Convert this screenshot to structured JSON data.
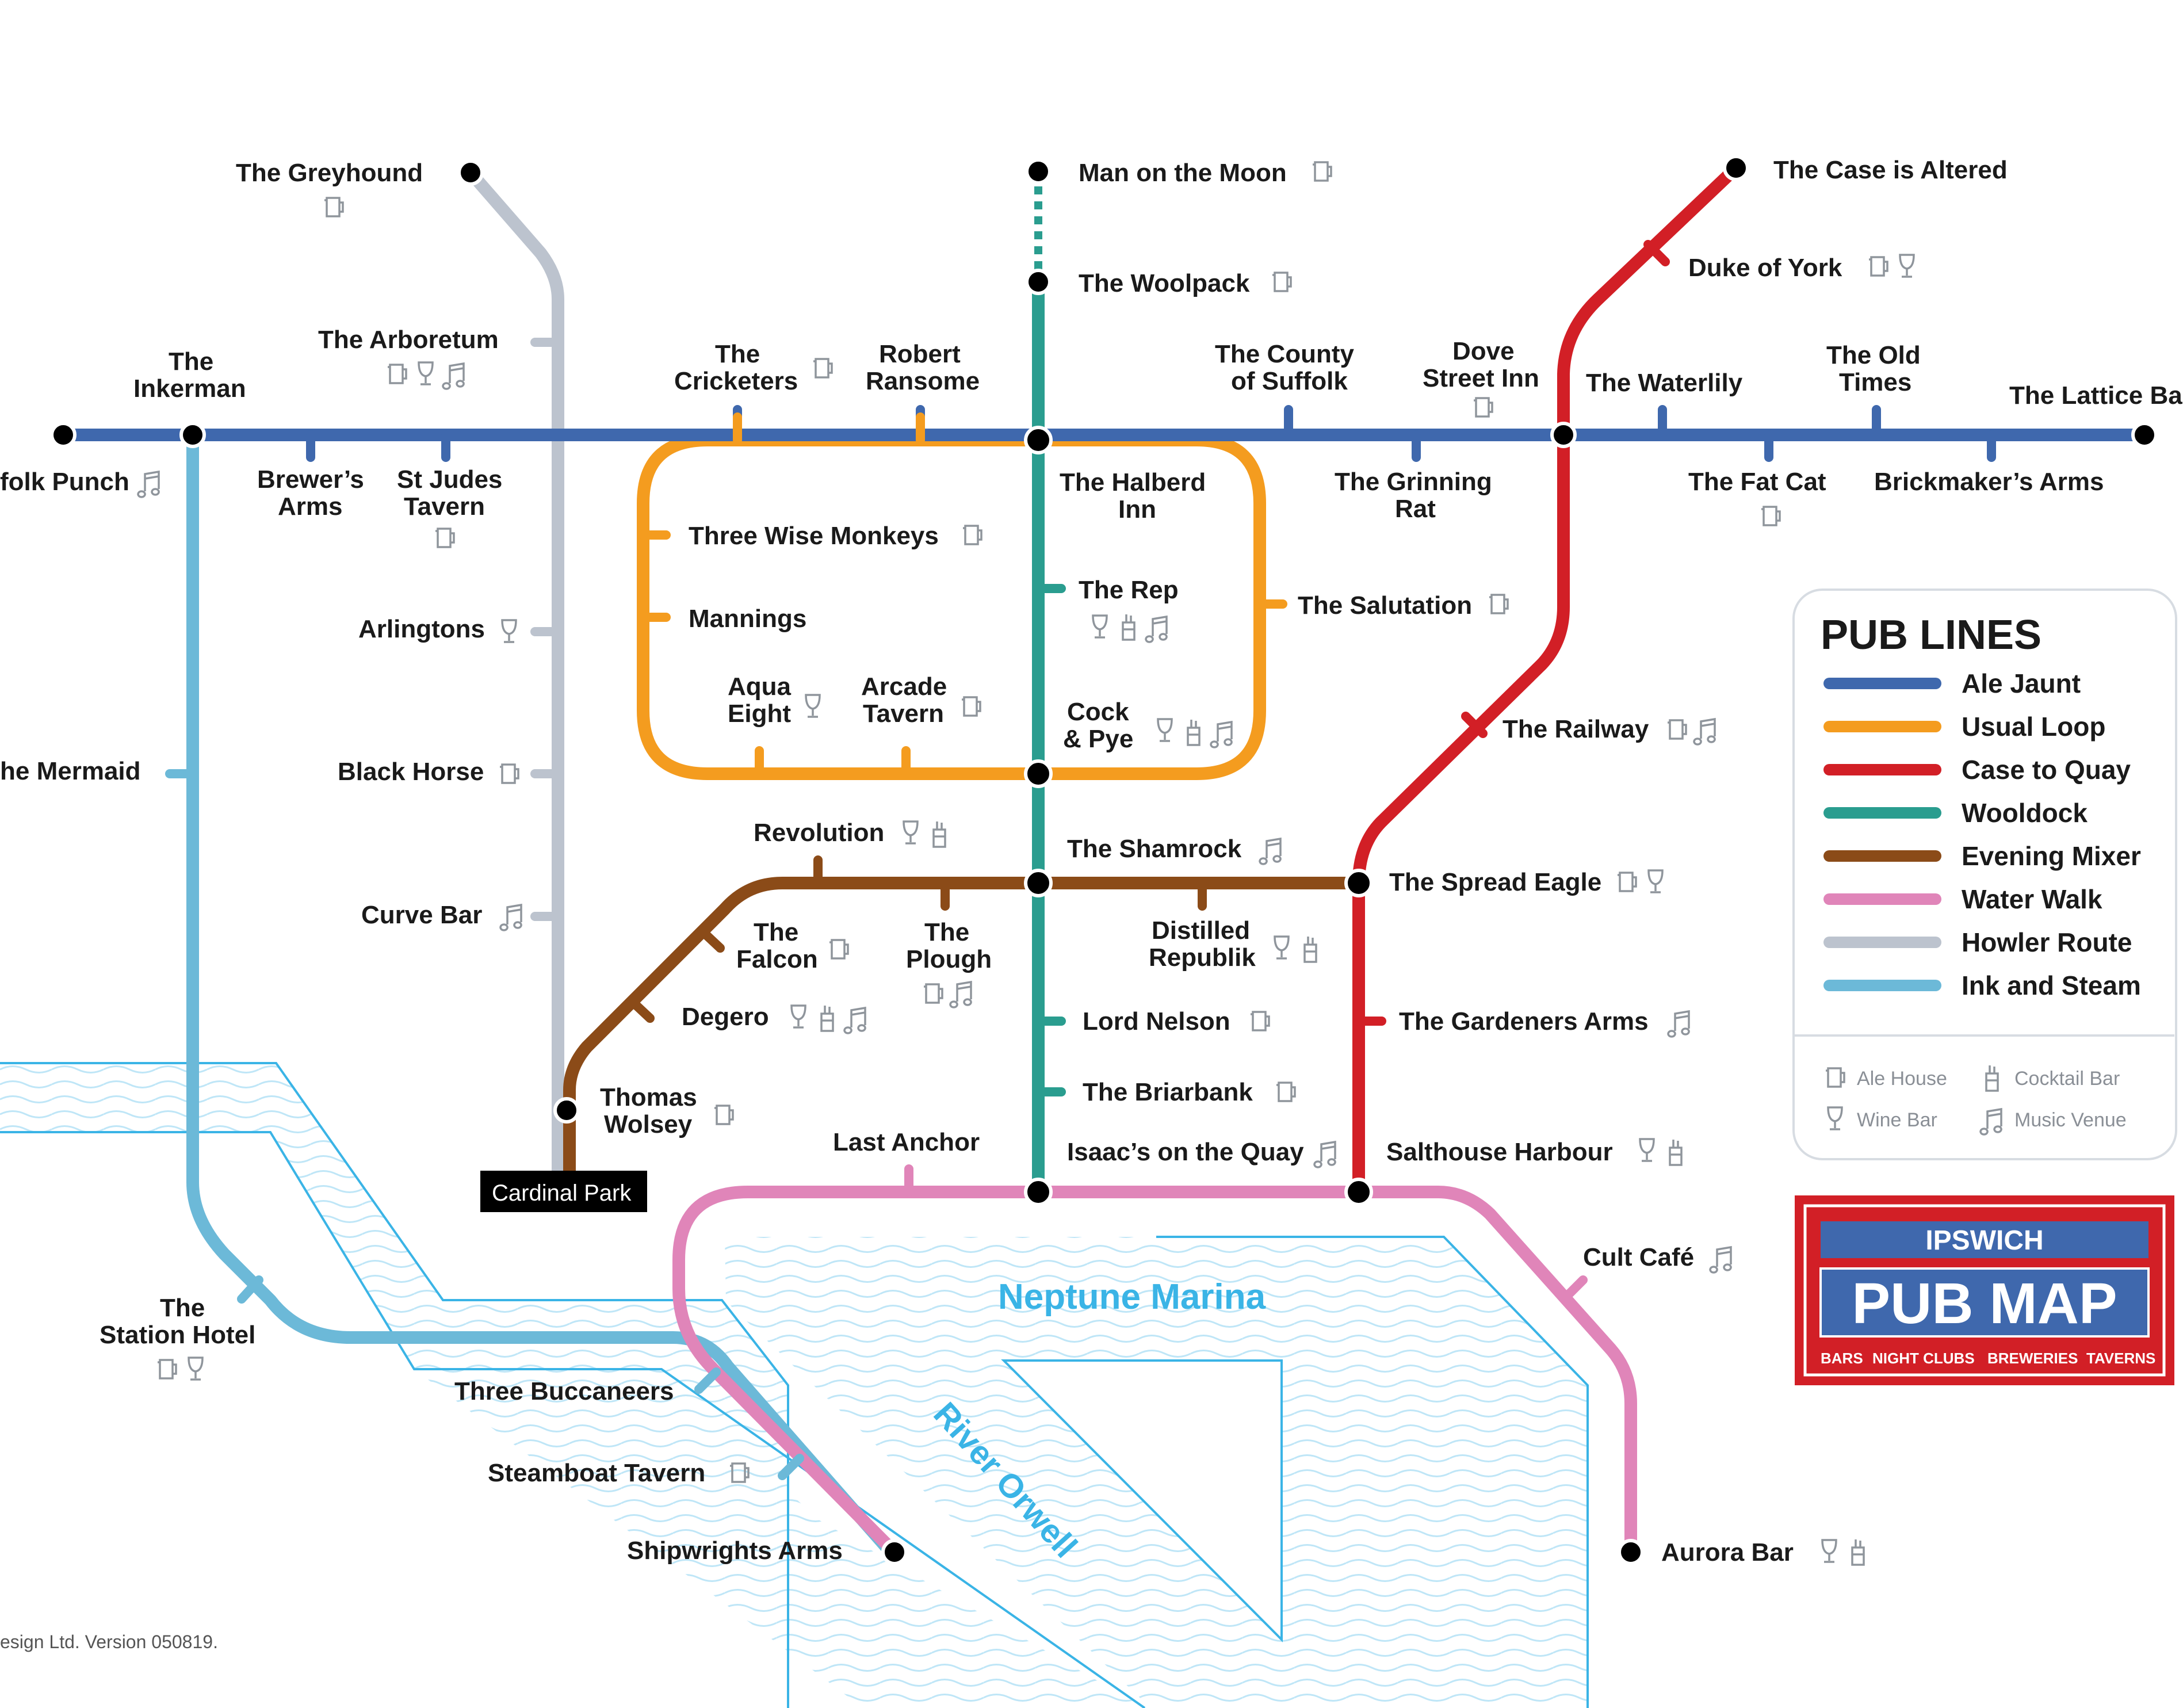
{
  "colors": {
    "ale_jaunt": "#3f68ad",
    "usual_loop": "#f49c1f",
    "case_to_quay": "#d21f26",
    "wooldock": "#2a9d8f",
    "evening_mixer": "#8b4b18",
    "water_walk": "#e085b9",
    "howler_route": "#bcc3ce",
    "ink_and_steam": "#6cb9d8",
    "water": "#3ab4e6",
    "badge_red": "#d21f26",
    "badge_blue": "#3f68ad"
  },
  "water": {
    "marina": "Neptune Marina",
    "river": "River Orwell"
  },
  "stations": {
    "greyhound": "The Greyhound",
    "arboretum": "The Arboretum",
    "inkerman_1": "The",
    "inkerman_2": "Inkerman",
    "folk_punch": "folk Punch",
    "brewers_1": "Brewer’s",
    "brewers_2": "Arms",
    "stjudes_1": "St Judes",
    "stjudes_2": "Tavern",
    "cricketers_1": "The",
    "cricketers_2": "Cricketers",
    "robert_1": "Robert",
    "robert_2": "Ransome",
    "man_on_moon": "Man on the Moon",
    "woolpack": "The Woolpack",
    "county_1": "The County",
    "county_2": "of Suffolk",
    "dove_1": "Dove",
    "dove_2": "Street Inn",
    "waterlily": "The Waterlily",
    "oldtimes_1": "The Old",
    "oldtimes_2": "Times",
    "lattice": "The Lattice Ba",
    "case_altered": "The Case is Altered",
    "duke_york": "Duke of York",
    "halberd_1": "The Halberd",
    "halberd_2": "Inn",
    "grinning_1": "The Grinning",
    "grinning_2": "Rat",
    "fatcat": "The Fat Cat",
    "brickmakers": "Brickmaker’s Arms",
    "three_wise": "Three Wise Monkeys",
    "mannings": "Mannings",
    "the_rep": "The Rep",
    "salutation": "The Salutation",
    "arlingtons": "Arlingtons",
    "aqua_1": "Aqua",
    "aqua_2": "Eight",
    "arcade_1": "Arcade",
    "arcade_2": "Tavern",
    "cock_1": "Cock",
    "cock_2": "& Pye",
    "railway": "The Railway",
    "mermaid": "he Mermaid",
    "black_horse": "Black Horse",
    "revolution": "Revolution",
    "shamrock": "The Shamrock",
    "spread_eagle": "The Spread Eagle",
    "curve_bar": "Curve Bar",
    "falcon_1": "The",
    "falcon_2": "Falcon",
    "plough_1": "The",
    "plough_2": "Plough",
    "distilled_1": "Distilled",
    "distilled_2": "Republik",
    "degero": "Degero",
    "lord_nelson": "Lord Nelson",
    "gardeners": "The Gardeners Arms",
    "wolsey_1": "Thomas",
    "wolsey_2": "Wolsey",
    "briarbank": "The Briarbank",
    "last_anchor": "Last Anchor",
    "isaacs": "Isaac’s on the Quay",
    "salthouse": "Salthouse Harbour",
    "cardinal": "Cardinal Park",
    "cult_cafe": "Cult Café",
    "station_hotel_1": "The",
    "station_hotel_2": "Station Hotel",
    "buccaneers": "Three Buccaneers",
    "steamboat": "Steamboat Tavern",
    "shipwrights": "Shipwrights Arms",
    "aurora": "Aurora Bar"
  },
  "legend": {
    "title": "PUB LINES",
    "lines": [
      "Ale Jaunt",
      "Usual Loop",
      "Case to Quay",
      "Wooldock",
      "Evening Mixer",
      "Water Walk",
      "Howler Route",
      "Ink and Steam"
    ],
    "key_ale_house": "Ale House",
    "key_cocktail_bar": "Cocktail Bar",
    "key_wine_bar": "Wine Bar",
    "key_music_venue": "Music Venue"
  },
  "badge": {
    "city": "IPSWICH",
    "title": "PUB MAP",
    "tags": [
      "BARS",
      "NIGHT CLUBS",
      "BREWERIES",
      "TAVERNS"
    ]
  },
  "footer": "esign Ltd. Version 050819."
}
